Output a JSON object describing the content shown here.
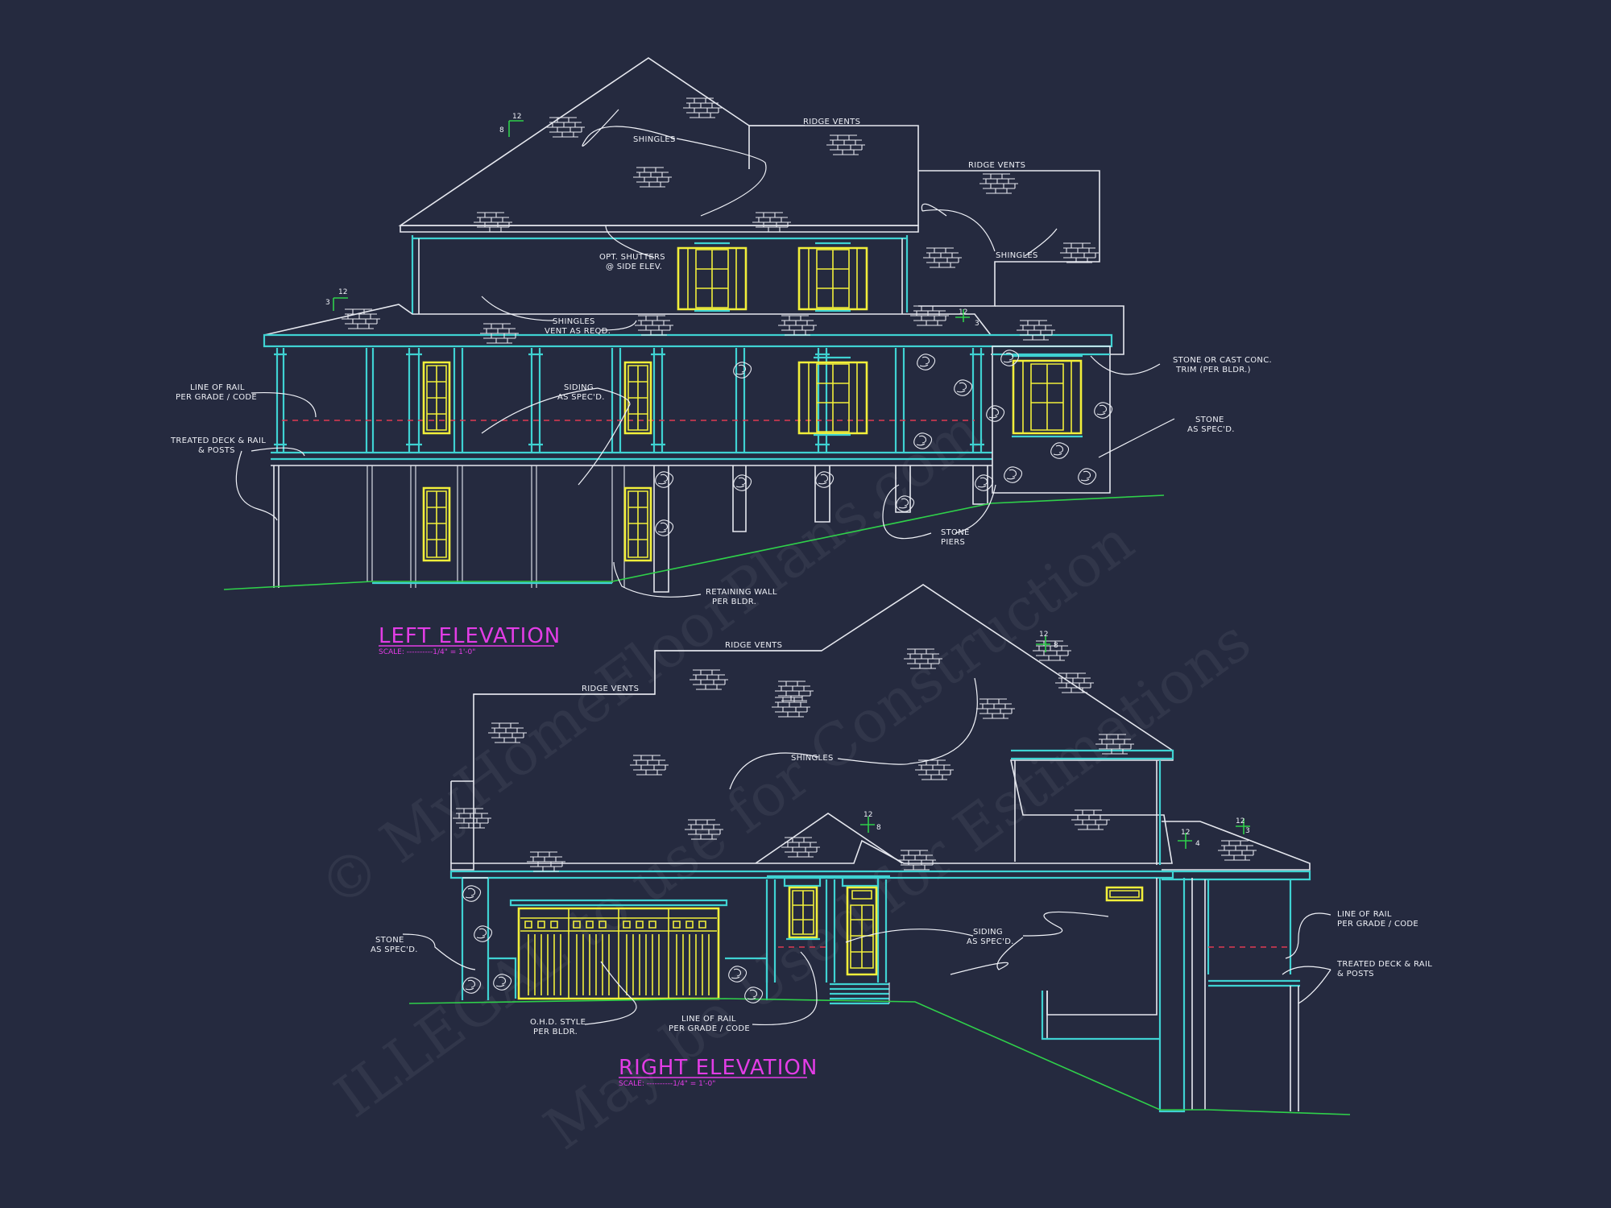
{
  "watermark": {
    "line1": "© MyHomeFloorPlans.com",
    "line2": "ILLEGAL to use for Construction",
    "line3": "May be Used for Estimations"
  },
  "left_elevation": {
    "title": "LEFT ELEVATION",
    "scale": "SCALE: ----------1/4\" = 1'-0\"",
    "notes": {
      "ridge_vents_1": "RIDGE VENTS",
      "ridge_vents_2": "RIDGE VENTS",
      "shingles_1": "SHINGLES",
      "shingles_2": "SHINGLES",
      "opt_shutters_1": "OPT. SHUTTERS",
      "opt_shutters_2": "@ SIDE ELEV.",
      "shingles_vent_1": "SHINGLES",
      "shingles_vent_2": "VENT AS REQD.",
      "line_of_rail_1": "LINE OF RAIL",
      "line_of_rail_2": "PER GRADE / CODE",
      "siding_1": "SIDING",
      "siding_2": "AS SPEC'D.",
      "treated_deck_1": "TREATED DECK & RAIL",
      "treated_deck_2": "& POSTS",
      "stone_trim_1": "STONE OR CAST CONC.",
      "stone_trim_2": "TRIM (PER BLDR.)",
      "stone_1": "STONE",
      "stone_2": "AS SPEC'D.",
      "stone_piers_1": "STONE",
      "stone_piers_2": "PIERS",
      "retaining_1": "RETAINING WALL",
      "retaining_2": "PER BLDR."
    },
    "pitches": {
      "main_rise": "8",
      "main_run": "12",
      "porch_rise": "3",
      "porch_run": "12",
      "side_rise": "3",
      "side_run": "12"
    }
  },
  "right_elevation": {
    "title": "RIGHT ELEVATION",
    "scale": "SCALE: ----------1/4\" = 1'-0\"",
    "notes": {
      "ridge_vents_1": "RIDGE VENTS",
      "ridge_vents_2": "RIDGE VENTS",
      "shingles": "SHINGLES",
      "siding_1": "SIDING",
      "siding_2": "AS SPEC'D.",
      "stone_1": "STONE",
      "stone_2": "AS SPEC'D.",
      "ohd_1": "O.H.D. STYLE",
      "ohd_2": "PER BLDR.",
      "rail_center_1": "LINE OF RAIL",
      "rail_center_2": "PER GRADE / CODE",
      "rail_right_1": "LINE OF RAIL",
      "rail_right_2": "PER GRADE / CODE",
      "treated_deck_1": "TREATED DECK & RAIL",
      "treated_deck_2": "& POSTS"
    },
    "pitches": {
      "main_rise": "8",
      "main_run": "12",
      "gable_rise": "8",
      "gable_run": "12",
      "porch_rise": "4",
      "porch_run": "12",
      "deck_rise": "3",
      "deck_run": "12"
    }
  },
  "colors": {
    "background": "#252a3f",
    "outline": "#e6e8ef",
    "trim": "#3fd2d2",
    "windows": "#f2ef3a",
    "grade": "#2fd04a",
    "rail_line": "#e03a52",
    "title": "#e33de6"
  }
}
